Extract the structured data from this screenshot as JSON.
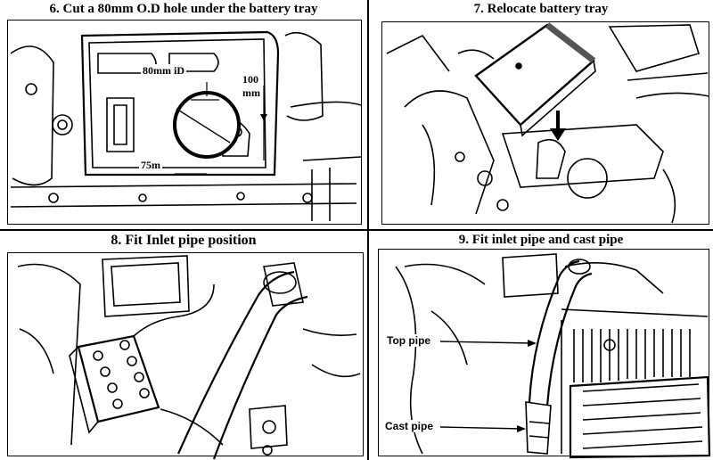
{
  "panels": [
    {
      "title": "6. Cut a 80mm O.D hole under the battery tray",
      "labels": {
        "inner_diameter": "80mm iD",
        "height_value": "100",
        "height_unit": "mm",
        "offset": "75m"
      }
    },
    {
      "title": "7. Relocate battery tray"
    },
    {
      "title": "8. Fit Inlet pipe position"
    },
    {
      "title": "9. Fit inlet pipe and cast pipe",
      "labels": {
        "top_pipe": "Top pipe",
        "cast_pipe": "Cast pipe"
      }
    }
  ]
}
